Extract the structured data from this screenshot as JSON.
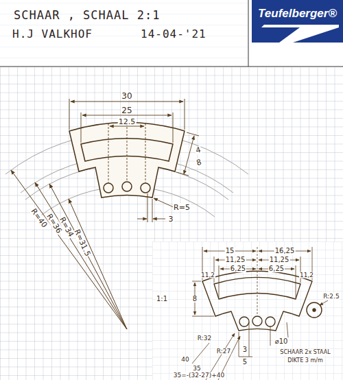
{
  "diagram": {
    "title": "SCHAAR , SCHAAL 2:1",
    "nodes": [
      {
        "text": [
          "Teufelberger®"
        ]
      }
    ],
    "edges": [],
    "labels": [
      "H.J VALKHOF",
      "14-04-'21",
      "30",
      "25",
      "12.5",
      "4",
      "8",
      "R=5",
      "3",
      "R=40",
      "R=36",
      "R=34",
      "R=31.5",
      "15",
      "16,25",
      "11,25",
      "11,25",
      "6,25",
      "6,25",
      "11,2",
      "11,2",
      "8",
      "R:2.5",
      "1:1",
      "R:32",
      "R:27",
      "3",
      "5",
      "⌀10",
      "SCHAAR 2x STAAL",
      "DIKTE 3 m/m",
      "40",
      "35",
      "35=-(32-27)+40"
    ]
  }
}
